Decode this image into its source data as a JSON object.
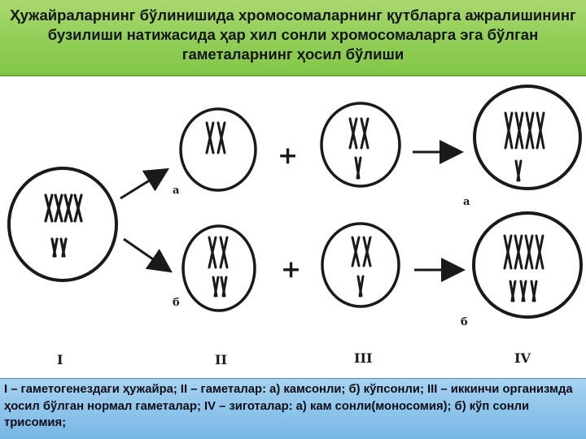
{
  "title": "Ҳужайраларнинг бўлинишида хромосомаларнинг қутбларга ажралишининг бузилиши натижасида ҳар хил сонли хромосомаларга эга бўлган гаметаларнинг ҳосил бўлиши",
  "diagram": {
    "stage_labels": [
      "I",
      "II",
      "III",
      "IV"
    ],
    "variant_labels": {
      "a": "а",
      "b": "б"
    },
    "plus_sign": "+"
  },
  "caption": "I – гаметогенездаги ҳужайра; II – гаметалар: а) камсонли; б) кўпсонли; III – иккинчи организмда ҳосил бўлган нормал гаметалар; IV – зиготалар: а) кам сонли(моносомия); б) кўп сонли трисомия;"
}
